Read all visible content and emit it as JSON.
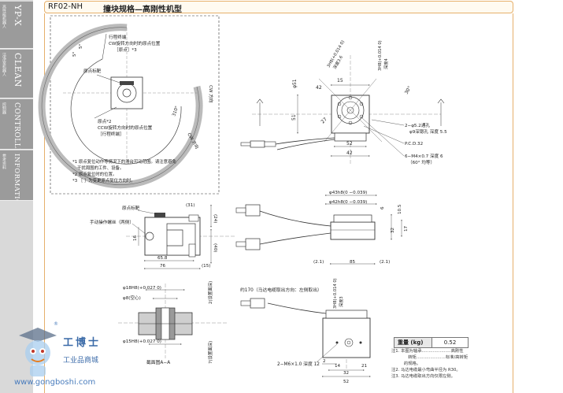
{
  "sidebar": {
    "tabs": [
      {
        "main": "YP-X",
        "sub": "高性能机器人"
      },
      {
        "main": "CLEAN",
        "sub": "洁净室机器人"
      },
      {
        "main": "CONTROLLER",
        "sub": "控制器"
      },
      {
        "main": "INFORMATION",
        "sub": "参考资料"
      }
    ]
  },
  "title": {
    "model": "RF02-NH",
    "text": "撞块规格—高刚性机型"
  },
  "top_view": {
    "label_travel_end": "行程终端",
    "label_cw_origin": "CW旋转方向时的原点位置",
    "label_origin_note": "［原点］*3",
    "label_origin_target": "原点标靶",
    "label_origin_star": "原点*2",
    "label_ccw_origin": "CCW旋转方向时的原点位置",
    "label_travel_end2": "［行程终端］",
    "label_cw": "CW 方向",
    "label_ccw": "CW 方向",
    "angle": "310°",
    "dim_5": "5°",
    "dim_5b": "5°",
    "notes": [
      "*1 原点复位动作等情况下的滑台可动范围。请注意避免",
      "干扰周围的工件、设备。",
      "*2 原点复位时的位置。",
      "*3 ［ ］为变更原点复位方向时。"
    ]
  },
  "front_view": {
    "dim_42": "42",
    "dim_15": "15",
    "dim_42b": "42",
    "dim_52": "52",
    "dim_51": "51",
    "dim_phi51": "φ51",
    "dim_r": "27",
    "dim_30": "30°",
    "label_3h8": "3H8(+0.014 0)",
    "label_depth36": "深度3.6",
    "label_3h8b": "3H8(+0.014 0)",
    "label_depth4": "深度4",
    "label_holes": "2−φ5.2通孔",
    "label_cbore": "φ9深锪孔 深度 5.5",
    "label_pcd": "P.C.D.32",
    "label_m4": "6−M4×0.7 深度 6",
    "label_m4b": "（60° 均等）"
  },
  "side_view": {
    "label_target": "原点标靶",
    "label_knob": "手动操作螺丝（两侧）",
    "dim_31": "(31)",
    "dim_24": "(24)",
    "dim_40": "(40)",
    "dim_16": "16",
    "dim_65": "65.8",
    "dim_76": "76",
    "dim_15": "(15)"
  },
  "section_view": {
    "label_18h": "φ18H8(+0.027 0)",
    "label_8": "φ8(空心)",
    "label_15h": "φ15H8(+0.027 0)",
    "label_caption": "截面图A−A",
    "label_depth2": "2(设置面深)",
    "label_depth7": "7(设置面深)"
  },
  "right_view": {
    "label_43": "φ43h8(0 −0.039)",
    "label_42": "φ42h8(0 −0.039)",
    "dim_6": "6",
    "dim_105": "10.5",
    "dim_32": "32",
    "dim_17": "17",
    "dim_21": "(2.1)",
    "dim_85": "85",
    "dim_21b": "(2.1)"
  },
  "bottom_view": {
    "label_170": "约170（马达电缆取出方向：左侧取出）",
    "label_3h8": "3H8(+0.014 0)",
    "label_depth": "深度3",
    "label_m6": "2−M6×1.0 深度 12",
    "dim_2": "2",
    "dim_14": "14",
    "dim_21": "21",
    "dim_32": "32",
    "dim_52": "52"
  },
  "weight": {
    "label": "重量 (kg)",
    "value": "0.52"
  },
  "footnotes": [
    "注1. 本图为轴承…………………高刚性",
    "　　　　转矩…………………标准/高转矩",
    "　　　的规格。",
    "注2. 马达电缆最小弯曲半径为 R30。",
    "注3. 马达电缆取出方向仅限左侧。"
  ],
  "watermark": {
    "brand": "工博士",
    "sub": "工业品商城",
    "url": "www.gongboshi.com",
    "reg": "®"
  }
}
